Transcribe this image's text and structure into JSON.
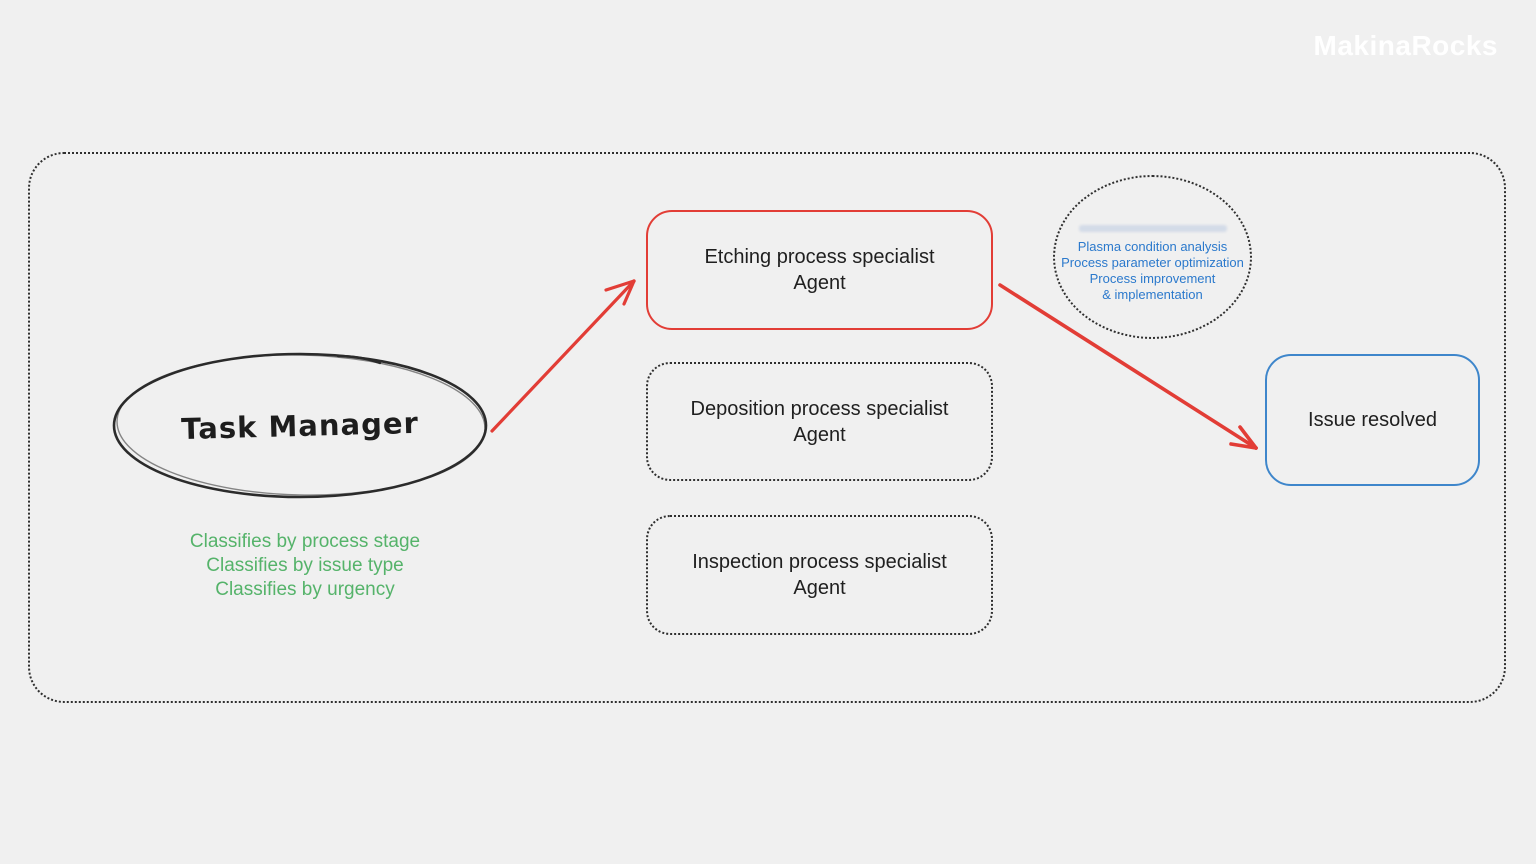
{
  "logo": {
    "text": "MakinaRocks"
  },
  "colors": {
    "background": "#f0f0f0",
    "logo_text": "#ffffff",
    "red_accent": "#e23d36",
    "blue_border": "#3e86cb",
    "blue_text": "#2b79cc",
    "green_text": "#55b36a",
    "sketch_stroke": "#2f2f2f",
    "label_text": "#1f1f1f"
  },
  "diagram": {
    "task_manager": {
      "label": "Task Manager"
    },
    "classifications": [
      "Classifies by process stage",
      "Classifies by issue type",
      "Classifies by urgency"
    ],
    "agents": [
      {
        "line1": "Etching process specialist",
        "line2": "Agent"
      },
      {
        "line1": "Deposition process specialist",
        "line2": "Agent"
      },
      {
        "line1": "Inspection process specialist",
        "line2": "Agent"
      }
    ],
    "capabilities": [
      "Plasma condition analysis",
      "Process parameter optimization",
      "Process improvement",
      "& implementation"
    ],
    "outcome": {
      "label": "Issue resolved"
    }
  }
}
